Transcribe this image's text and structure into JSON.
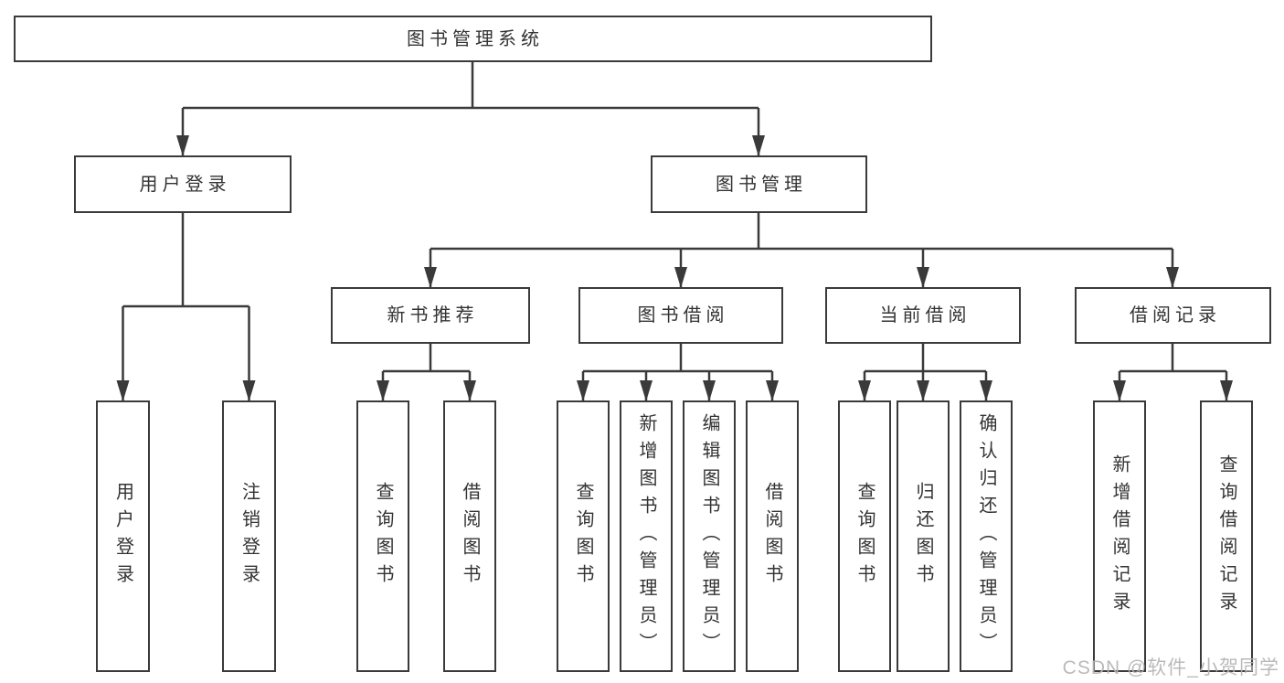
{
  "diagram_type": "hierarchy-tree",
  "colors": {
    "background": "#ffffff",
    "line": "#3a3a3a",
    "box_border": "#3a3a3a",
    "node_text": "#333333",
    "watermark_text": "#b5b5b5"
  },
  "tree": {
    "label": "图书管理系统",
    "children": [
      {
        "label": "用户登录",
        "children": [
          {
            "label": "用户登录"
          },
          {
            "label": "注销登录"
          }
        ]
      },
      {
        "label": "图书管理",
        "children": [
          {
            "label": "新书推荐",
            "children": [
              {
                "label": "查询图书"
              },
              {
                "label": "借阅图书"
              }
            ]
          },
          {
            "label": "图书借阅",
            "children": [
              {
                "label": "查询图书"
              },
              {
                "label": "新增图书（管理员）"
              },
              {
                "label": "编辑图书（管理员）"
              },
              {
                "label": "借阅图书"
              }
            ]
          },
          {
            "label": "当前借阅",
            "children": [
              {
                "label": "查询图书"
              },
              {
                "label": "归还图书"
              },
              {
                "label": "确认归还（管理员）"
              }
            ]
          },
          {
            "label": "借阅记录",
            "children": [
              {
                "label": "新增借阅记录"
              },
              {
                "label": "查询借阅记录"
              }
            ]
          }
        ]
      }
    ]
  },
  "watermark": {
    "text": "CSDN @软件_小贺同学"
  }
}
